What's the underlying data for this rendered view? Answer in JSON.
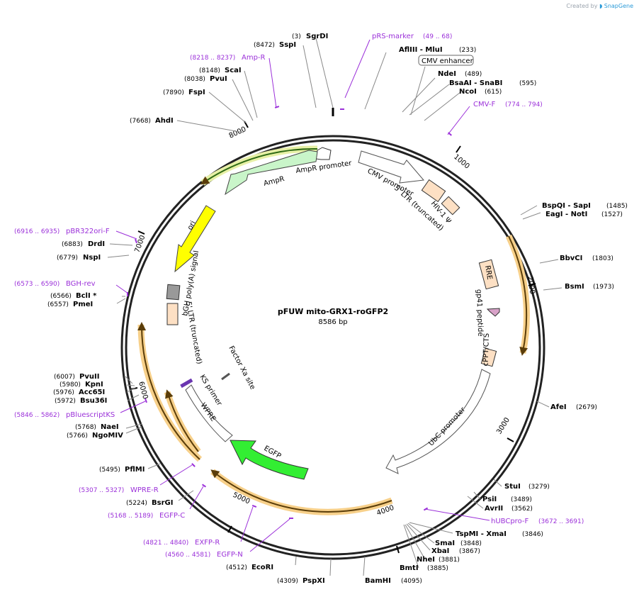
{
  "plasmid": {
    "name": "pFUW mito-GRX1-roGFP2",
    "length": 8586,
    "length_label": "8586 bp"
  },
  "watermark": {
    "prefix": "Created by",
    "brand": "SnapGene"
  },
  "ticks": [
    "1000",
    "2000",
    "3000",
    "4000",
    "5000",
    "6000",
    "7000",
    "8000"
  ],
  "colors": {
    "primer": "#9b30d9",
    "enzyme_line": "#888888",
    "backbone": "#222222"
  },
  "enzymes": [
    {
      "pos": "(3)",
      "name": "SgrDI"
    },
    {
      "pos": "(8472)",
      "name": "SspI"
    },
    {
      "pos": "(233)",
      "name": "AflIII  - MluI"
    },
    {
      "pos": "(489)",
      "name": "NdeI"
    },
    {
      "pos": "(595)",
      "name": "BsaAI  - SnaBI"
    },
    {
      "pos": "(615)",
      "name": "NcoI"
    },
    {
      "pos": "(1485)",
      "name": "BspQI  - SapI"
    },
    {
      "pos": "(1527)",
      "name": "EagI  - NotI"
    },
    {
      "pos": "(1803)",
      "name": "BbvCI"
    },
    {
      "pos": "(1973)",
      "name": "BsmI"
    },
    {
      "pos": "(2679)",
      "name": "AfeI"
    },
    {
      "pos": "(3279)",
      "name": "StuI"
    },
    {
      "pos": "(3489)",
      "name": "PsiI"
    },
    {
      "pos": "(3562)",
      "name": "AvrII"
    },
    {
      "pos": "(3846)",
      "name": "TspMI  - XmaI"
    },
    {
      "pos": "(3848)",
      "name": "SmaI"
    },
    {
      "pos": "(3867)",
      "name": "XbaI"
    },
    {
      "pos": "(3881)",
      "name": "NheI"
    },
    {
      "pos": "(3885)",
      "name": "BmtI"
    },
    {
      "pos": "(4095)",
      "name": "BamHI"
    },
    {
      "pos": "(4309)",
      "name": "PspXI"
    },
    {
      "pos": "(4512)",
      "name": "EcoRI"
    },
    {
      "pos": "(5224)",
      "name": "BsrGI"
    },
    {
      "pos": "(5495)",
      "name": "PflMI"
    },
    {
      "pos": "(5766)",
      "name": "NgoMIV"
    },
    {
      "pos": "(5768)",
      "name": "NaeI"
    },
    {
      "pos": "(5972)",
      "name": "Bsu36I"
    },
    {
      "pos": "(5976)",
      "name": "Acc65I"
    },
    {
      "pos": "(5980)",
      "name": "KpnI"
    },
    {
      "pos": "(6007)",
      "name": "PvuII"
    },
    {
      "pos": "(6557)",
      "name": "PmeI"
    },
    {
      "pos": "(6566)",
      "name": "BclI *"
    },
    {
      "pos": "(6779)",
      "name": "NspI"
    },
    {
      "pos": "(6883)",
      "name": "DrdI"
    },
    {
      "pos": "(7668)",
      "name": "AhdI"
    },
    {
      "pos": "(7890)",
      "name": "FspI"
    },
    {
      "pos": "(8038)",
      "name": "PvuI"
    },
    {
      "pos": "(8148)",
      "name": "ScaI"
    }
  ],
  "primers": [
    {
      "name": "pRS-marker",
      "range": "(49 .. 68)"
    },
    {
      "name": "CMV-F",
      "range": "(774 .. 794)"
    },
    {
      "name": "hUBCpro-F",
      "range": "(3672 .. 3691)"
    },
    {
      "name": "EXFP-R",
      "range": "(4821 .. 4840)"
    },
    {
      "name": "EGFP-N",
      "range": "(4560 .. 4581)"
    },
    {
      "name": "EGFP-C",
      "range": "(5168 .. 5189)"
    },
    {
      "name": "WPRE-R",
      "range": "(5307 .. 5327)"
    },
    {
      "name": "pBluescriptKS",
      "range": "(5846 .. 5862)"
    },
    {
      "name": "BGH-rev",
      "range": "(6573 .. 6590)"
    },
    {
      "name": "pBR322ori-F",
      "range": "(6916 .. 6935)"
    },
    {
      "name": "Amp-R",
      "range": "(8218 .. 8237)"
    }
  ],
  "features": {
    "cmv_enhancer": "CMV enhancer",
    "cmv_promoter": "CMV promoter",
    "ltr5": "5' LTR (truncated)",
    "hiv_psi": "HIV-1 Ψ",
    "rre": "RRE",
    "gp41": "gp41 peptide",
    "cppt": "cPPT/CTS",
    "ubc": "UbC promoter",
    "egfp": "EGFP",
    "wpre": "WPRE",
    "ks_primer": "KS primer",
    "factor_xa": "Factor Xa site",
    "ltr5b": "5' LTR (truncated)",
    "bgh": "bGH poly(A) signal",
    "ori": "ori",
    "ampr": "AmpR",
    "ampr_promoter": "AmpR promoter"
  }
}
